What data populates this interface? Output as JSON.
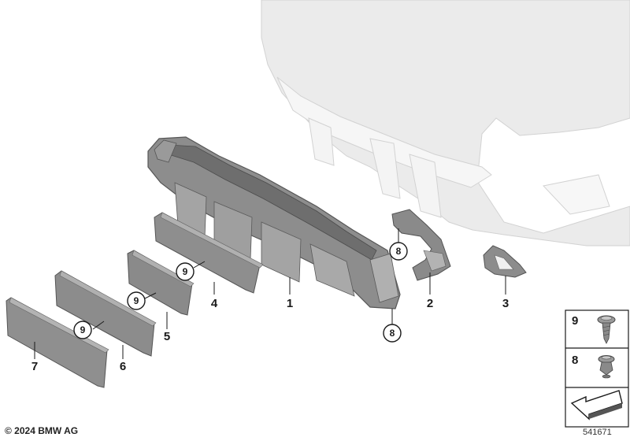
{
  "diagram": {
    "callouts": [
      "1",
      "2",
      "3",
      "4",
      "5",
      "6",
      "7"
    ],
    "circled": [
      "9",
      "9",
      "9",
      "8",
      "8"
    ],
    "legend": [
      {
        "number": "9",
        "icon": "screw-icon"
      },
      {
        "number": "8",
        "icon": "expanding-rivet-icon"
      },
      {
        "icon": "arrow-icon"
      }
    ],
    "copyright": "© 2024 BMW AG",
    "drawing_id": "541671"
  }
}
